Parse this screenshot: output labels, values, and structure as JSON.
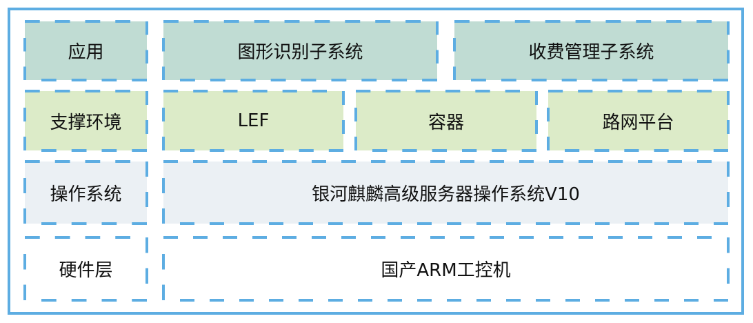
{
  "title": "系统架构分层图",
  "colors": {
    "border": "#5dade2",
    "application_fill": "#c0dcd3",
    "support_fill": "#dcebc8",
    "os_fill": "#ebf0f4",
    "hardware_fill": "#ffffff"
  },
  "layers": [
    {
      "label": "应用",
      "components": [
        "图形识别子系统",
        "收费管理子系统"
      ]
    },
    {
      "label": "支撑环境",
      "components": [
        "LEF",
        "容器",
        "路网平台"
      ]
    },
    {
      "label": "操作系统",
      "components": [
        "银河麒麟高级服务器操作系统V10"
      ]
    },
    {
      "label": "硬件层",
      "components": [
        "国产ARM工控机"
      ]
    }
  ]
}
